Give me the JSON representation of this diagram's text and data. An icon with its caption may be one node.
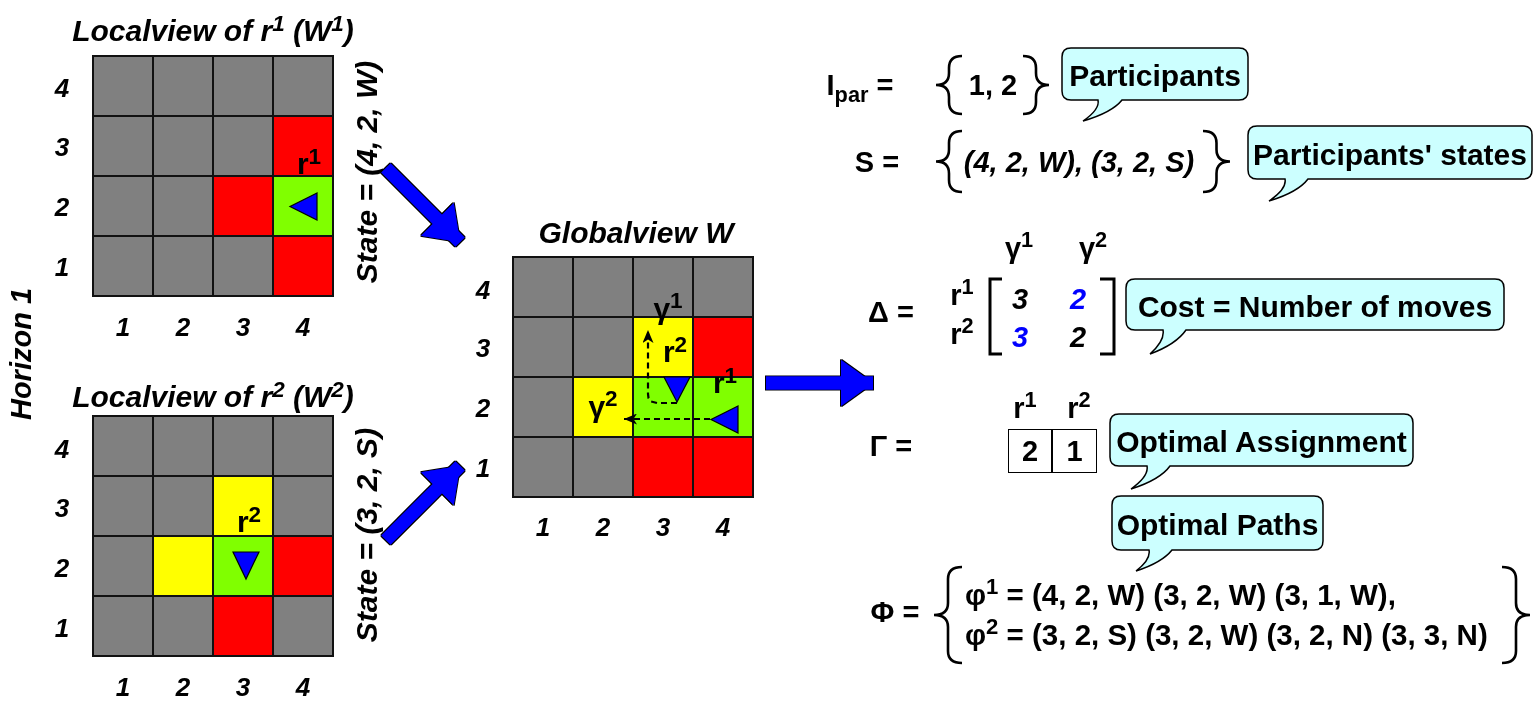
{
  "diagram": {
    "nodes": [
      {
        "text": [
          "Localview of r$^{1}$ (W$^{1}$)"
        ],
        "beside": [
          "State = (4, 2, W)"
        ]
      },
      {
        "text": [],
        "shape": "triangle",
        "in": 0,
        "beside": [
          "r$^{1}$"
        ]
      },
      {
        "text": [
          "Localview of r$^{2}$ (W$^{2}$)"
        ],
        "beside": [
          "State = (3, 2, S)"
        ]
      },
      {
        "text": [],
        "shape": "triangle",
        "in": 2,
        "beside": [
          "r$^{2}$"
        ]
      },
      {
        "text": [
          "Globalview W"
        ]
      },
      {
        "text": [
          "γ$^{1}$"
        ],
        "in": 4
      },
      {
        "text": [],
        "shape": "triangle",
        "in": 4,
        "beside": [
          "r$^{2}$"
        ]
      },
      {
        "text": [
          "γ$^{2}$"
        ],
        "in": 4
      },
      {
        "text": [],
        "shape": "triangle",
        "in": 4,
        "beside": [
          "r$^{1}$"
        ]
      },
      {
        "text": [
          "Participants"
        ]
      },
      {
        "text": [
          "Participants' states"
        ]
      },
      {
        "text": [
          "Cost = Number of moves"
        ]
      },
      {
        "text": [
          "2"
        ]
      },
      {
        "text": [
          "1"
        ]
      },
      {
        "text": [
          "Optimal Assignment"
        ]
      },
      {
        "text": [
          "Optimal Paths"
        ]
      }
    ],
    "edges": [
      {
        "from": 0,
        "to": 4,
        "arrow": "to"
      },
      {
        "from": 2,
        "to": 4,
        "arrow": "to"
      },
      {
        "from": 4,
        "to": null,
        "arrow": "to"
      },
      {
        "from": 8,
        "to": 7,
        "arrow": "to",
        "style": "dashed",
        "color": "#000000"
      },
      {
        "from": 6,
        "to": 5,
        "arrow": "to",
        "style": "dashed",
        "color": "#000000"
      }
    ],
    "labels": [
      "4",
      "3",
      "2",
      "1",
      "1",
      "2",
      "3",
      "4",
      "Horizon 1",
      "4",
      "3",
      "2",
      "1",
      "1",
      "2",
      "3",
      "4",
      "4",
      "3",
      "2",
      "1",
      "1",
      "2",
      "3",
      "4",
      "I$_{par}$ =",
      "1, 2",
      "S =",
      "(4, 2, W), (3, 2, S)",
      "γ$^{1}$",
      "γ$^{2}$",
      "Δ =",
      "r$^{1}$",
      "3",
      "2",
      "r$^{2}$",
      "3",
      "2",
      "r$^{1}$",
      "r$^{2}$",
      "Γ =",
      "Φ =",
      "φ$^{1}$ = (4, 2, W) (3, 2, W) (3, 1, W),",
      "φ$^{2}$ = (3, 2, S) (3, 2, W) (3, 2, N) (3, 3, N)"
    ]
  }
}
